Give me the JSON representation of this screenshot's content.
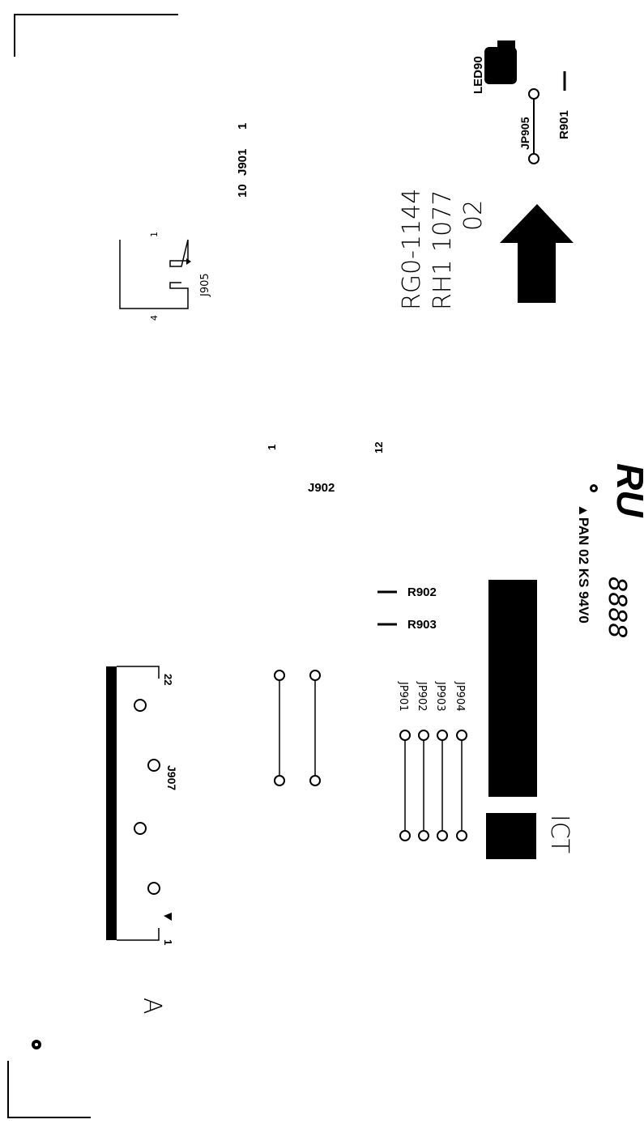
{
  "board": {
    "part_number_1": "RG0-1144",
    "part_number_2": "RH1 1077",
    "revision": "02",
    "ict_label": "ICT",
    "side_label": "A",
    "ul_marking": "▲PAN 02 KS 94V0",
    "ul_logo_text": "RU",
    "date_code": "8888"
  },
  "components": {
    "led": "LED90",
    "jp905": "JP905",
    "r901": "R901",
    "j901_label": "J901",
    "j901_pin_10": "10",
    "j901_pin_1": "1",
    "j905": "J905",
    "j905_pin_1": "1",
    "j905_pin_4": "4",
    "j902": "J902",
    "j902_pin_1": "1",
    "j902_pin_12": "12",
    "r902": "R902",
    "r903": "R903",
    "jp901": "JP901",
    "jp902": "JP902",
    "jp903": "JP903",
    "jp904": "JP904",
    "j907": "J907",
    "j907_pin_22": "22",
    "j907_pin_1": "1"
  },
  "colors": {
    "ink": "#000000",
    "background": "#ffffff"
  }
}
